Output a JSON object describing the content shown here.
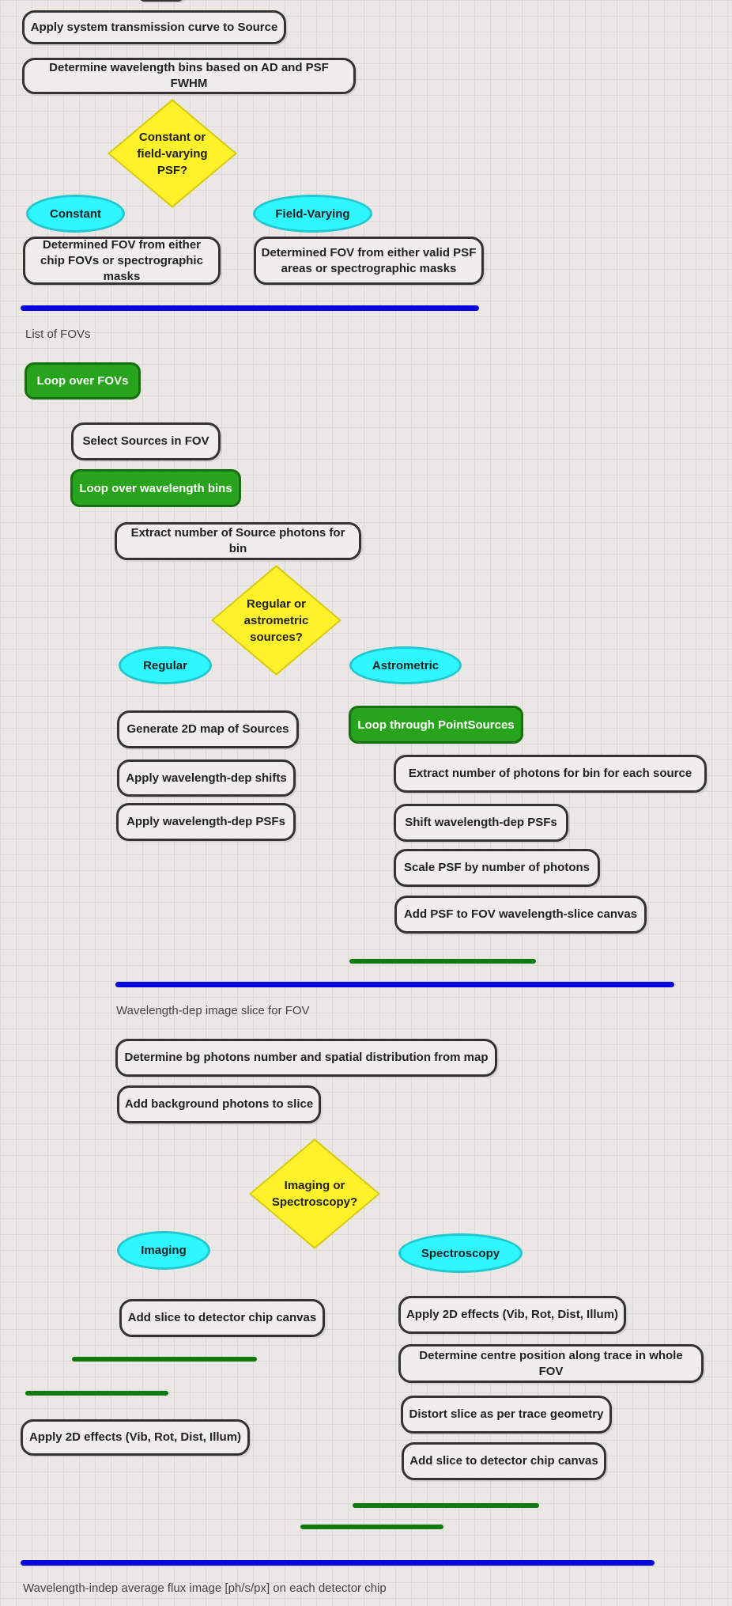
{
  "steps": {
    "apply_transmission": "Apply system transmission curve to Source",
    "wavelength_bins": "Determine wavelength bins based on AD and PSF FWHM",
    "fov_constant": "Determined FOV from either chip FOVs or spectrographic masks",
    "fov_varying": "Determined FOV from either valid PSF areas or spectrographic masks",
    "select_sources": "Select Sources in FOV",
    "extract_source_photons": "Extract number of Source photons for bin",
    "generate_2d_map": "Generate 2D map of Sources",
    "apply_shifts": "Apply wavelength-dep shifts",
    "apply_psfs": "Apply wavelength-dep PSFs",
    "extract_photons_each": "Extract number of photons for bin for each source",
    "shift_psfs": "Shift wavelength-dep PSFs",
    "scale_psf": "Scale PSF by number of photons",
    "add_psf": "Add PSF to FOV wavelength-slice canvas",
    "bg_photons": "Determine bg photons number and spatial distribution from map",
    "add_bg": "Add background photons to slice",
    "img_add_slice": "Add slice to detector chip canvas",
    "img_apply_2d": "Apply 2D effects (Vib, Rot, Dist, Illum)",
    "spec_apply_2d": "Apply 2D effects (Vib, Rot, Dist, Illum)",
    "spec_centre": "Determine centre position along trace in whole FOV",
    "spec_distort": "Distort slice as per trace geometry",
    "spec_add_slice": "Add slice to detector chip canvas"
  },
  "decisions": {
    "psf": "Constant or\nfield-varying\nPSF?",
    "sources": "Regular or\nastrometric\nsources?",
    "mode": "Imaging or\nSpectroscopy?"
  },
  "options": {
    "constant": "Constant",
    "field_varying": "Field-Varying",
    "regular": "Regular",
    "astrometric": "Astrometric",
    "imaging": "Imaging",
    "spectroscopy": "Spectroscopy"
  },
  "loops": {
    "fovs": "Loop over FOVs",
    "wavelength_bins": "Loop over wavelength bins",
    "point_sources": "Loop through PointSources"
  },
  "outputs": {
    "fovs": "List of FOVs",
    "slice": "Wavelength-dep image slice for FOV",
    "flux": "Wavelength-indep average flux image [ph/s/px] on each detector chip"
  },
  "colors": {
    "box_fill": "#f0eeec",
    "box_border": "#333333",
    "loop_fill": "#28a31c",
    "option_fill": "#2ef7ff",
    "decision_fill": "#fff22a",
    "blue_bar": "#0707e0",
    "green_bar": "#107a10"
  }
}
